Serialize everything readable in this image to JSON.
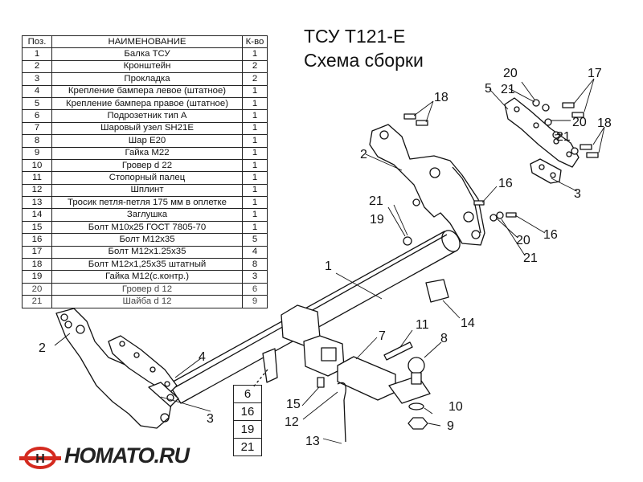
{
  "title": {
    "line1": "ТСУ Т121-Е",
    "line2": "Схема сборки"
  },
  "parts_table": {
    "headers": [
      "Поз.",
      "НАИМЕНОВАНИЕ",
      "К-во"
    ],
    "rows": [
      [
        "1",
        "Балка ТСУ",
        "1"
      ],
      [
        "2",
        "Кронштейн",
        "2"
      ],
      [
        "3",
        "Прокладка",
        "2"
      ],
      [
        "4",
        "Крепление бампера левое (штатное)",
        "1"
      ],
      [
        "5",
        "Крепление бампера правое (штатное)",
        "1"
      ],
      [
        "6",
        "Подрозетник тип А",
        "1"
      ],
      [
        "7",
        "Шаровый узел SH21E",
        "1"
      ],
      [
        "8",
        "Шар Е20",
        "1"
      ],
      [
        "9",
        "Гайка М22",
        "1"
      ],
      [
        "10",
        "Гровер d 22",
        "1"
      ],
      [
        "11",
        "Стопорный палец",
        "1"
      ],
      [
        "12",
        "Шплинт",
        "1"
      ],
      [
        "13",
        "Тросик петля-петля 175 мм в оплетке",
        "1"
      ],
      [
        "14",
        "Заглушка",
        "1"
      ],
      [
        "15",
        "Болт М10х25 ГОСТ 7805-70",
        "1"
      ],
      [
        "16",
        "Болт М12х35",
        "5"
      ],
      [
        "17",
        "Болт М12х1.25х35",
        "4"
      ],
      [
        "18",
        "Болт М12х1,25х35 штатный",
        "8"
      ],
      [
        "19",
        "Гайка М12(с.контр.)",
        "3"
      ],
      [
        "20",
        "Гровер d 12",
        "6"
      ],
      [
        "21",
        "Шайба d 12",
        "9"
      ]
    ]
  },
  "side_table": [
    "6",
    "16",
    "19",
    "21"
  ],
  "callouts": {
    "c1": "1",
    "c2a": "2",
    "c2b": "2",
    "c3a": "3",
    "c3b": "3",
    "c4": "4",
    "c5": "5",
    "c7": "7",
    "c8": "8",
    "c9": "9",
    "c10": "10",
    "c11": "11",
    "c12": "12",
    "c13": "13",
    "c14": "14",
    "c15": "15",
    "c16a": "16",
    "c16b": "16",
    "c17": "17",
    "c18a": "18",
    "c18b": "18",
    "c19": "19",
    "c20a": "20",
    "c20b": "20",
    "c20c": "20",
    "c21a": "21",
    "c21b": "21",
    "c21c": "21",
    "c21d": "21"
  },
  "logo": {
    "text": "HOMATO.RU",
    "colors": {
      "red": "#d42a1f",
      "dark": "#222222"
    }
  }
}
